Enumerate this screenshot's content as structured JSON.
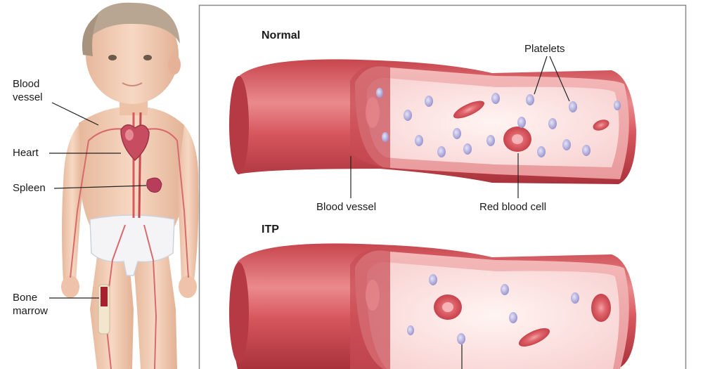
{
  "child_labels": {
    "blood_vessel": "Blood\nvessel",
    "heart": "Heart",
    "spleen": "Spleen",
    "bone_marrow": "Bone\nmarrow"
  },
  "normal_panel": {
    "title": "Normal",
    "platelets_label": "Platelets",
    "blood_vessel_label": "Blood vessel",
    "red_blood_cell_label": "Red blood cell"
  },
  "itp_panel": {
    "title": "ITP"
  },
  "colors": {
    "vessel_outer": "#d8545a",
    "vessel_dark": "#b43a43",
    "vessel_inner": "#fbe4e4",
    "platelet": "#a9a4d8",
    "red_cell": "#e2626b",
    "skin": "#f2cdb4",
    "frame": "#8a8a8a"
  }
}
